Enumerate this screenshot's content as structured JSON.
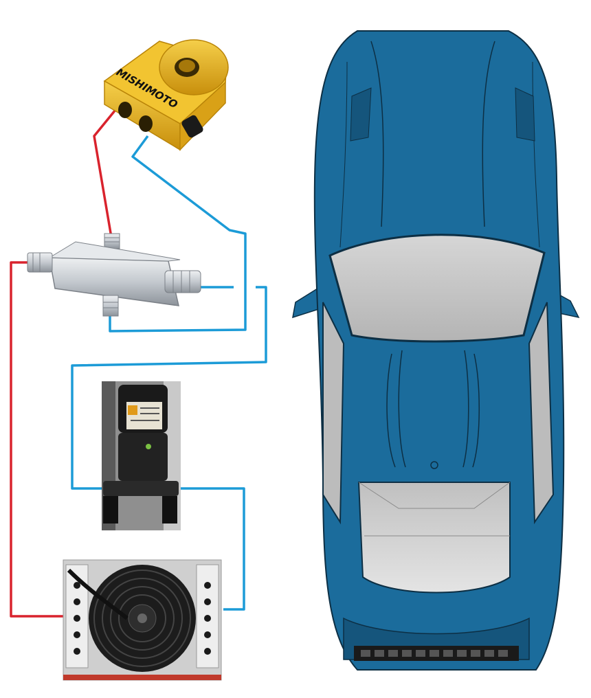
{
  "brand_text": "MISHIMOTO",
  "colors": {
    "background": "#ffffff",
    "feed_line": "#d9232d",
    "return_line": "#1c9bd7",
    "car_body": "#1b6c9c",
    "car_glass": "#c9c9c9",
    "adapter_gold": "#e8b21a",
    "fitting_silver": "#c4c9cf",
    "pump_black": "#1a1a1a",
    "cooler_frame": "#d8d8d8"
  },
  "components": [
    {
      "id": "oil-filter-sandwich-adapter",
      "icon": "sandwich-adapter-icon"
    },
    {
      "id": "thermostatic-tee-fitting",
      "icon": "tee-fitting-icon"
    },
    {
      "id": "electric-pump",
      "icon": "pump-icon"
    },
    {
      "id": "oil-cooler-with-fan",
      "icon": "fan-icon"
    },
    {
      "id": "car-top-view",
      "icon": "car-icon"
    }
  ],
  "lines": [
    {
      "id": "red-line-adapter-to-tee",
      "type": "feed"
    },
    {
      "id": "red-line-tee-to-cooler",
      "type": "feed"
    },
    {
      "id": "blue-line-adapter-to-tee-bottom",
      "type": "return"
    },
    {
      "id": "blue-line-tee-right-to-pump",
      "type": "return"
    },
    {
      "id": "blue-line-pump-to-cooler",
      "type": "return"
    }
  ]
}
